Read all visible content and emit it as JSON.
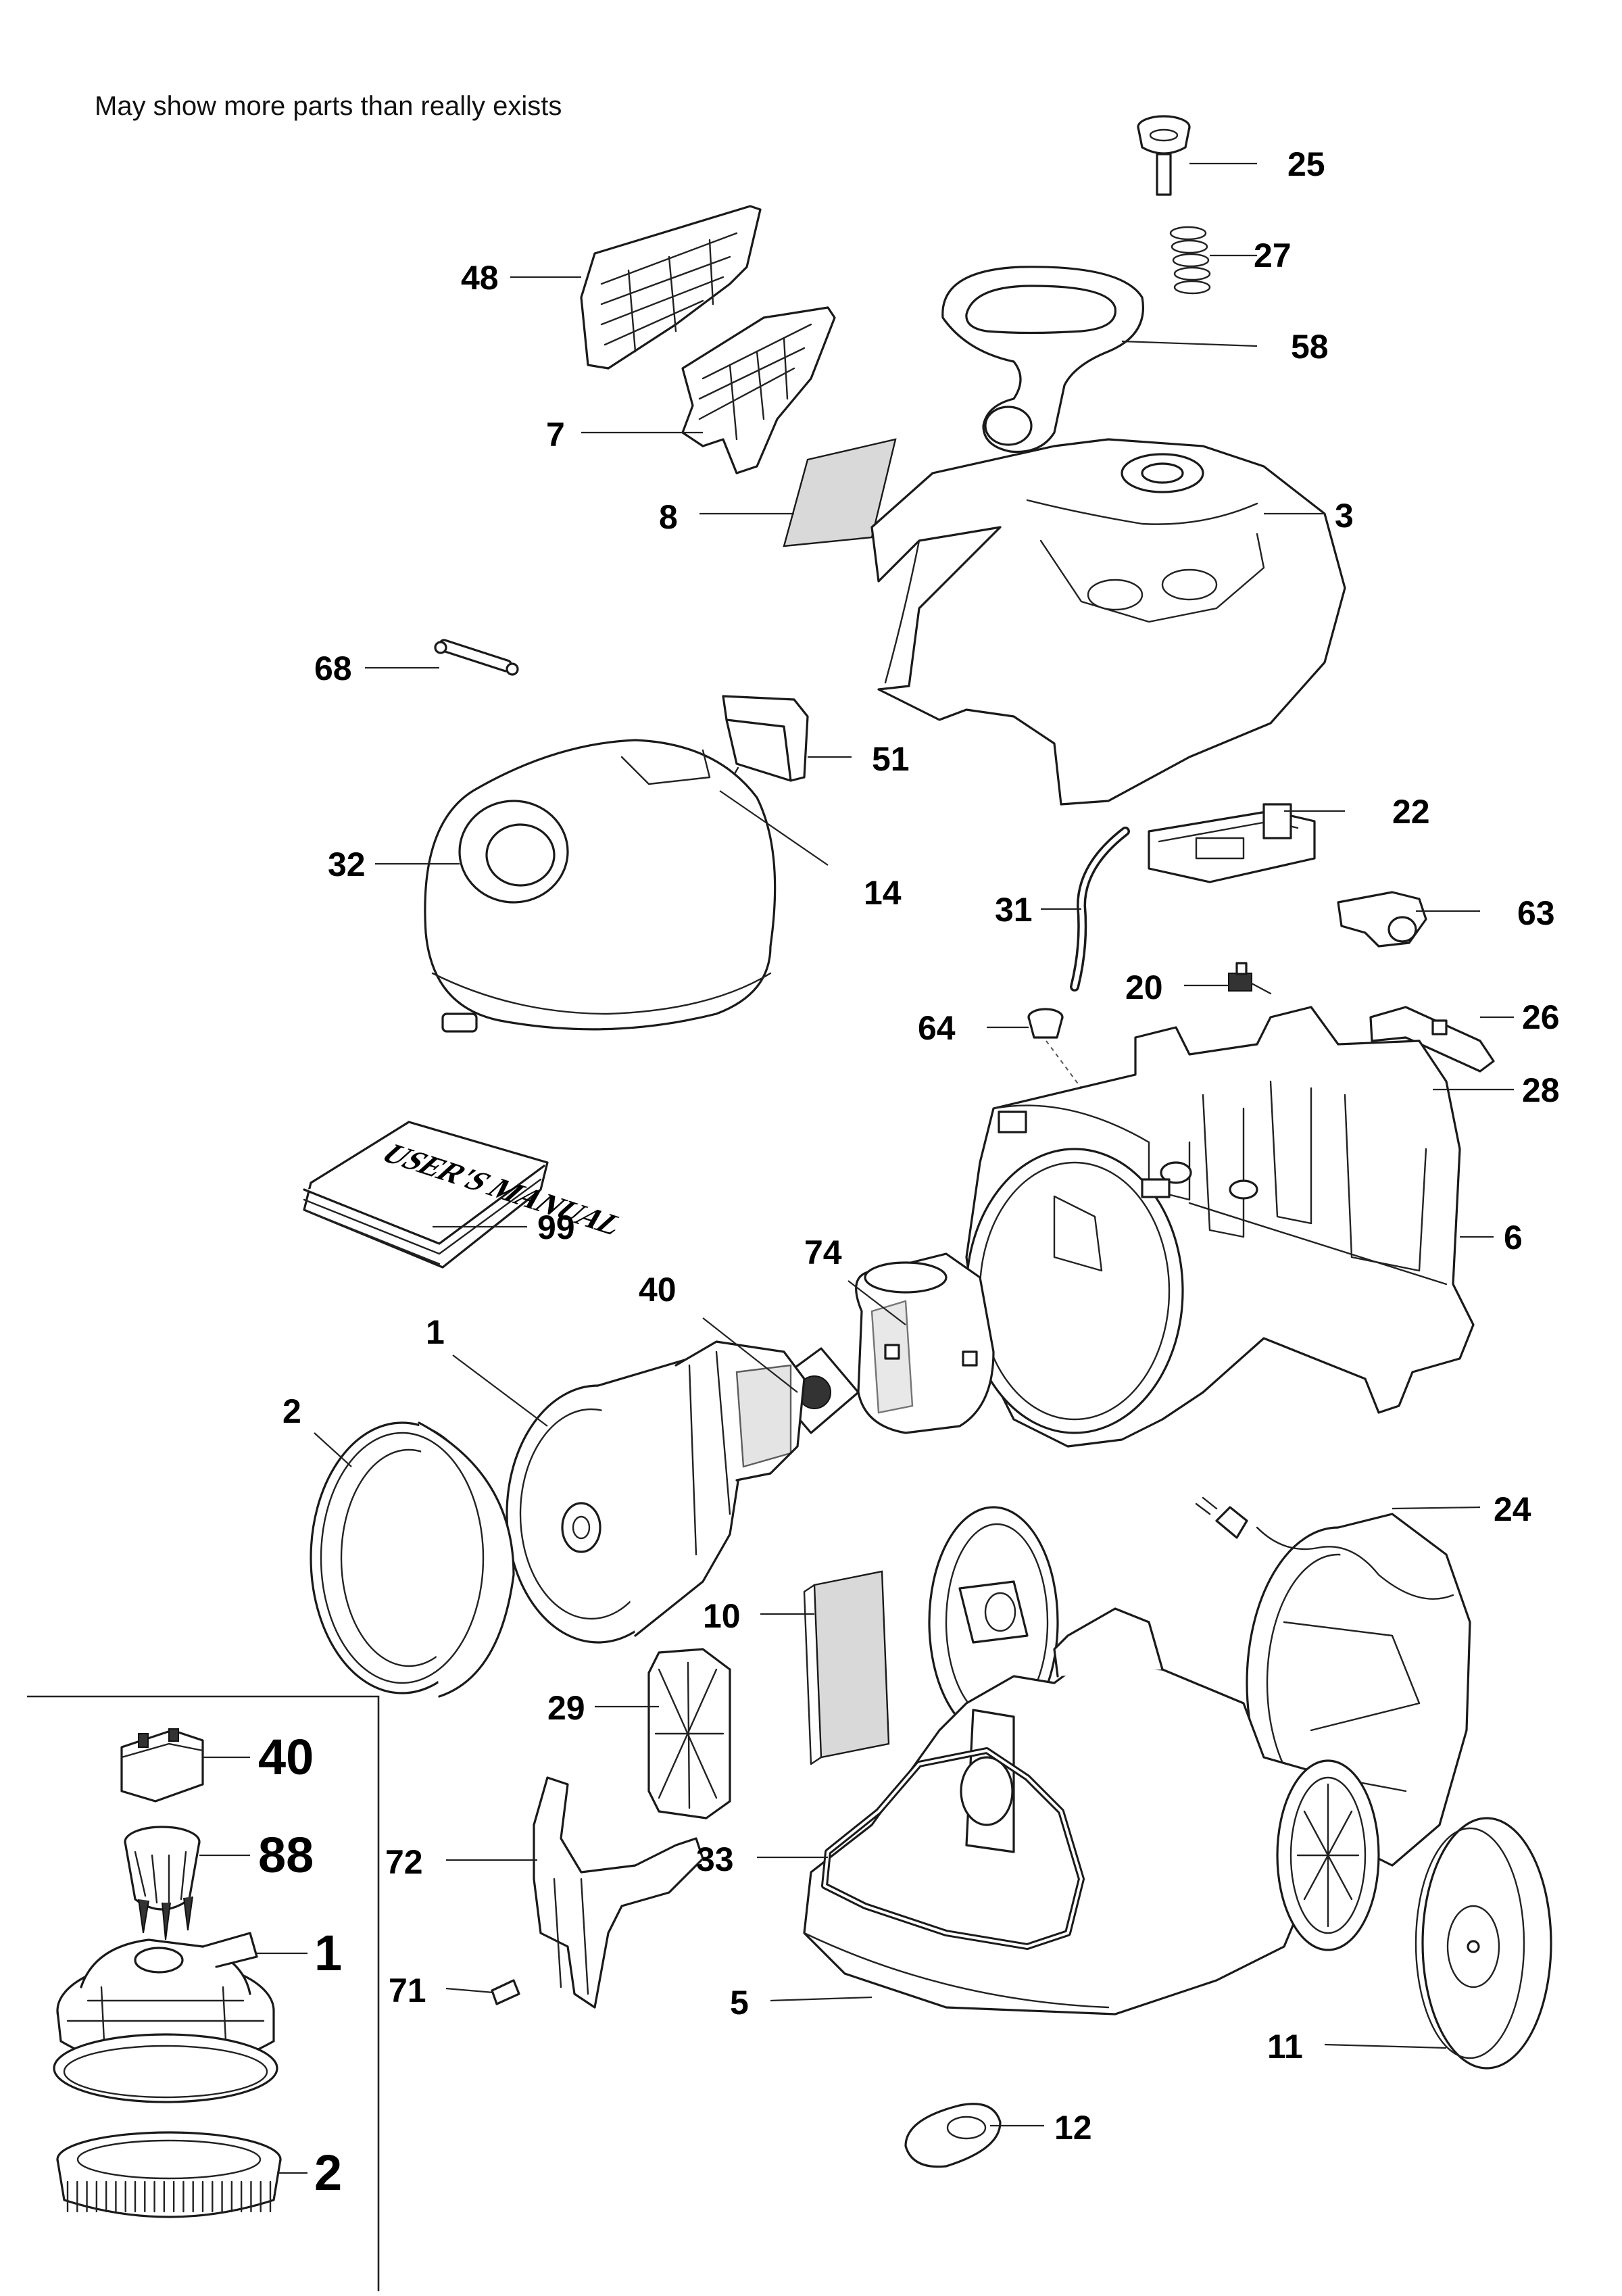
{
  "note": "May show more parts than really exists",
  "cover_text": "USER'S MANUAL",
  "labels": {
    "p25": "25",
    "p27": "27",
    "p48": "48",
    "p58": "58",
    "p7": "7",
    "p8": "8",
    "p3": "3",
    "p68": "68",
    "p51": "51",
    "p32": "32",
    "p22": "22",
    "p14": "14",
    "p31": "31",
    "p63": "63",
    "p20": "20",
    "p64": "64",
    "p26": "26",
    "p28": "28",
    "p99": "99",
    "p6": "6",
    "p74": "74",
    "p40": "40",
    "p1": "1",
    "p2": "2",
    "p24": "24",
    "p10": "10",
    "p29": "29",
    "p33": "33",
    "p72": "72",
    "p71": "71",
    "p5": "5",
    "p11": "11",
    "p12": "12"
  },
  "inset_labels": {
    "p40": "40",
    "p88": "88",
    "p1": "1",
    "p2": "2"
  }
}
